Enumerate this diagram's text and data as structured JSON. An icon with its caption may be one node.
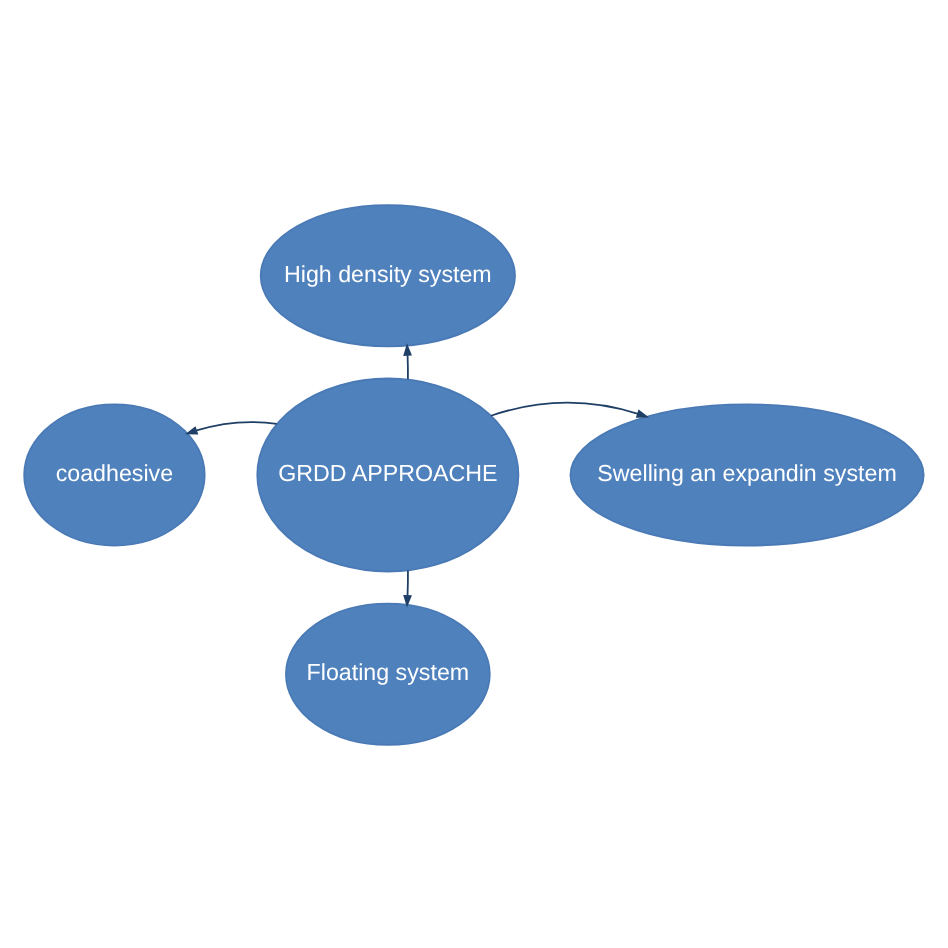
{
  "diagram": {
    "nodes": [
      {
        "text": [
          "High density system"
        ]
      },
      {
        "text": [
          "coadhesive"
        ]
      },
      {
        "text": [
          "GRDD APPROACHE"
        ]
      },
      {
        "text": [
          "Swelling an expandin system"
        ]
      },
      {
        "text": [
          "Floating system"
        ]
      }
    ],
    "edges": [
      {
        "from": 2,
        "to": 0,
        "arrow": "to"
      },
      {
        "from": 2,
        "to": 1,
        "arrow": "to"
      },
      {
        "from": 2,
        "to": 3,
        "arrow": "to"
      },
      {
        "from": 2,
        "to": 4,
        "arrow": "to"
      }
    ]
  }
}
